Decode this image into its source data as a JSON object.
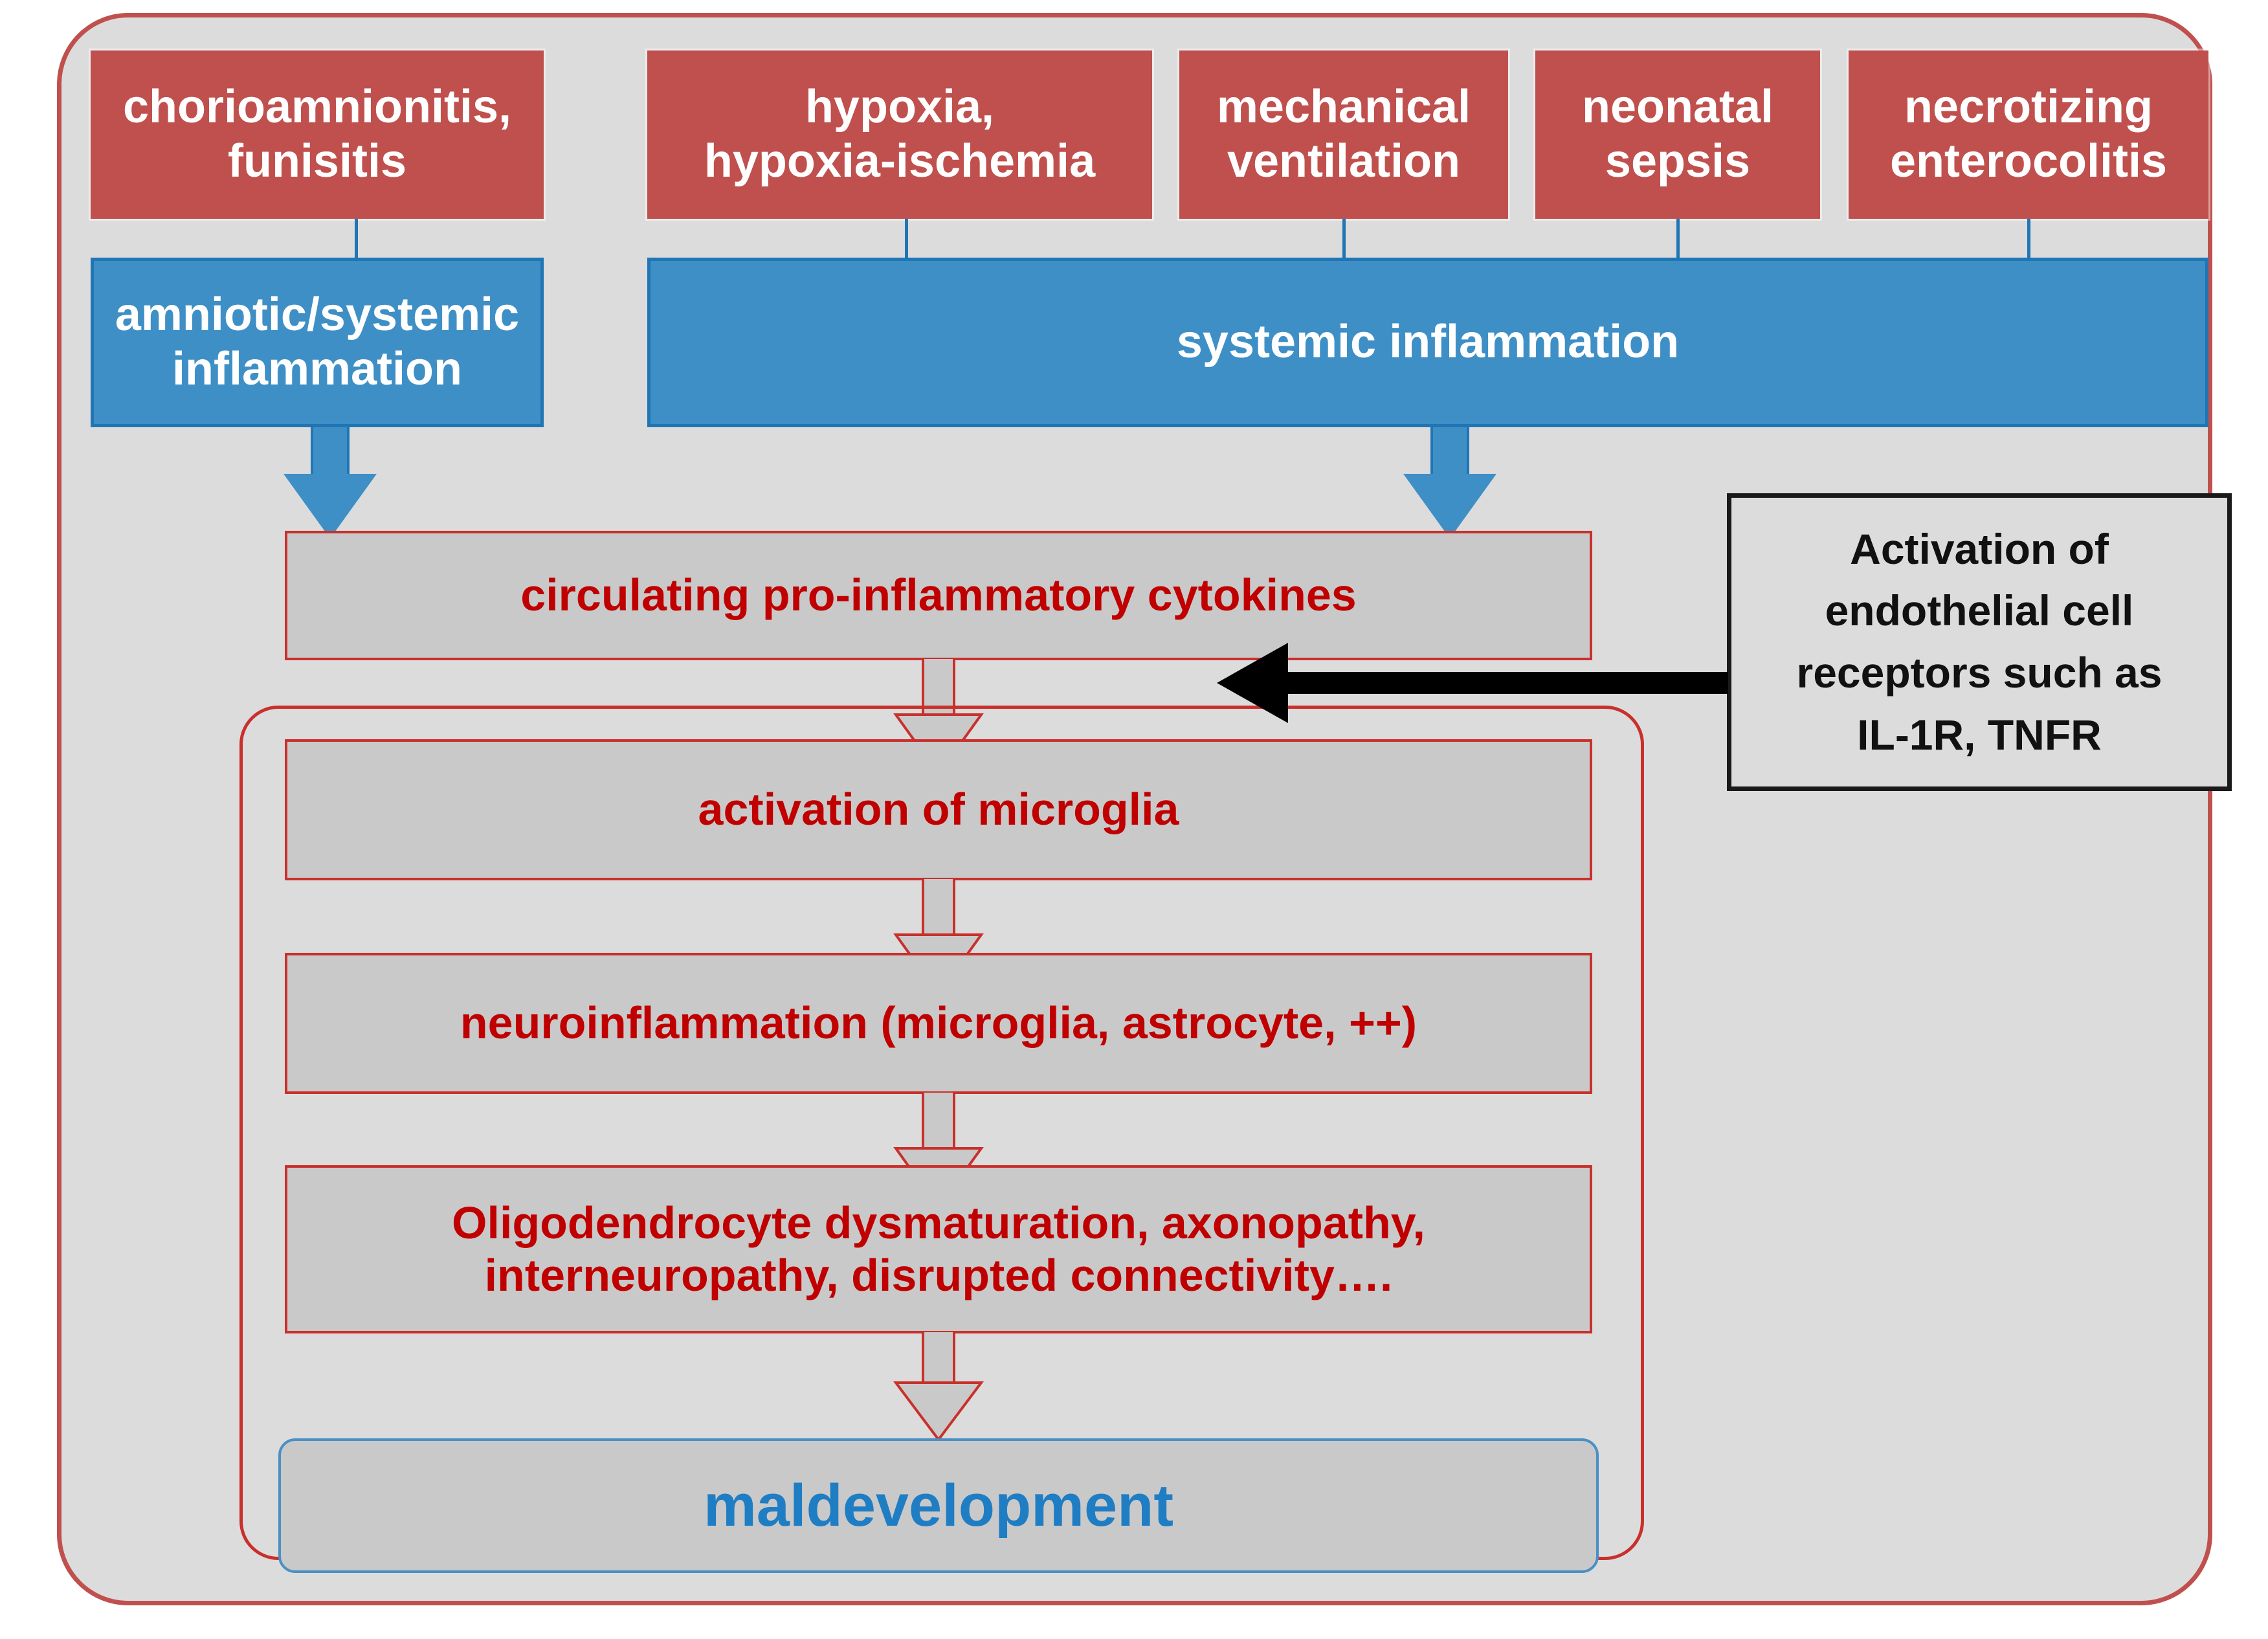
{
  "diagram": {
    "title": "Perinatal systemic inflammation to brain maldevelopment pathway",
    "colors": {
      "red_fill": "#c0504d",
      "blue_fill": "#3e8fc6",
      "gray_fill": "#c9c9c9",
      "panel_background": "#dcdcdc",
      "red_outline": "#c9302c",
      "red_text": "#c00000",
      "blue_text": "#1f7dc4",
      "black_outline": "#1a1a1a"
    },
    "risk_factors": [
      {
        "id": "chorioamnionitis",
        "line1": "chorioamnionitis,",
        "line2": "funisitis"
      },
      {
        "id": "hypoxia",
        "line1": "hypoxia,",
        "line2": "hypoxia-ischemia"
      },
      {
        "id": "mechanical-ventilation",
        "line1": "mechanical",
        "line2": "ventilation"
      },
      {
        "id": "neonatal-sepsis",
        "line1": "neonatal",
        "line2": "sepsis"
      },
      {
        "id": "necrotizing-enterocolitis",
        "line1": "necrotizing",
        "line2": "enterocolitis"
      }
    ],
    "inflammation": [
      {
        "id": "amniotic-systemic-inflammation",
        "line1": "amniotic/systemic",
        "line2": "inflammation"
      },
      {
        "id": "systemic-inflammation",
        "line1": "systemic inflammation",
        "line2": ""
      }
    ],
    "cascade": [
      {
        "id": "circulating-cytokines",
        "line1": "circulating pro-inflammatory cytokines",
        "line2": ""
      },
      {
        "id": "activation-of-microglia",
        "line1": "activation of microglia",
        "line2": ""
      },
      {
        "id": "neuroinflammation",
        "line1": "neuroinflammation (microglia, astrocyte, ++)",
        "line2": ""
      },
      {
        "id": "oligodendrocyte-dysmaturation",
        "line1": "Oligodendrocyte dysmaturation, axonopathy,",
        "line2": "interneuropathy, disrupted connectivity…."
      }
    ],
    "outcome": {
      "id": "maldevelopment",
      "label": "maldevelopment"
    },
    "annotation": {
      "id": "endothelial-receptor-activation",
      "line1": "Activation of",
      "line2": "endothelial cell",
      "line3": "receptors such as",
      "line4": "IL-1R, TNFR"
    }
  }
}
